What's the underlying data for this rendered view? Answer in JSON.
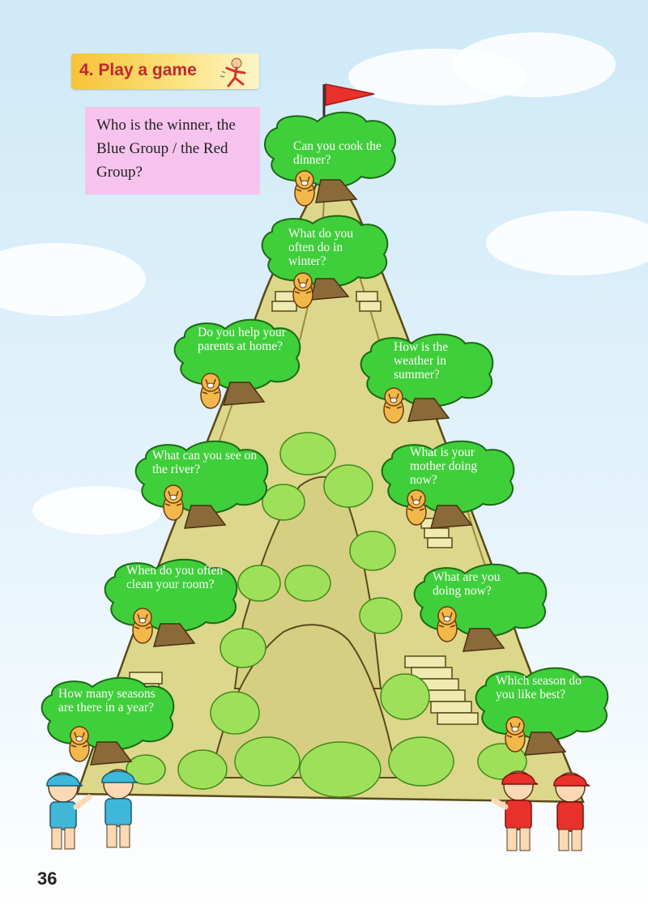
{
  "section_title": "4. Play a game",
  "question": "Who is the winner, the Blue Group / the Red Group?",
  "questions": [
    "Can you cook the dinner?",
    "What do you often do in winter?",
    "Do you help your parents at home?",
    "How is the weather in summer?",
    "What can you see on the river?",
    "What is your mother doing now?",
    "When do you often clean your room?",
    "What are you doing now?",
    "How many seasons are there in a year?",
    "Which season do you like best?"
  ],
  "page_number": "36",
  "colors": {
    "title_text": "#c1272d",
    "question_box": "#f6c3ee",
    "bubble": "#3fcf3a",
    "mountain": "#dcd78a",
    "flag": "#e8312a"
  },
  "icons": [
    "flag-icon",
    "running-boy-icon",
    "tiger-icon",
    "blue-group-kids",
    "red-group-kids"
  ]
}
